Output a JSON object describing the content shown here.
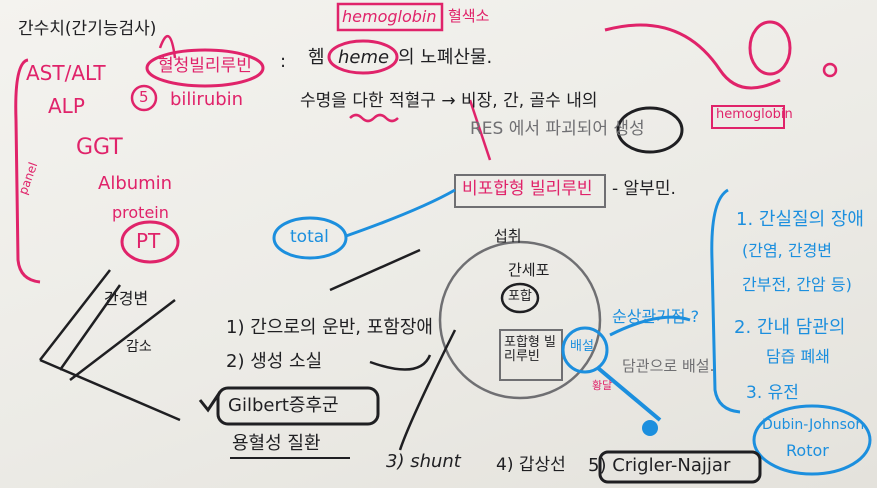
{
  "board": {
    "title": "간수치(간기능검사)",
    "hemoglobin_label": "hemoglobin",
    "hemoglobin_korean": "혈색소",
    "serum_bilirubin": "혈청빌리루빈",
    "colon": ":",
    "heme_prefix": "헴",
    "heme": "heme",
    "heme_suffix": "의 노폐산물.",
    "rbc_line": "수명을 다한 적혈구 → 비장, 간, 골수 내의",
    "res_line": "RES 에서 파괴되어 생성",
    "panel": "panel",
    "ast_alt": "AST/ALT",
    "alp": "ALP",
    "ggt": "GGT",
    "albumin": "Albumin",
    "protein": "protein",
    "pt": "PT",
    "bilirubin_num": "5",
    "bilirubin": "bilirubin",
    "unconjugated": "비포합형 빌리루빈",
    "unconjugated_dash": "- 알부민.",
    "total": "total",
    "uptake": "섭취",
    "liver_cell": "간세포",
    "conjugation": "포합",
    "conjugated": "포합형 빌리루빈",
    "excretion": "배설",
    "bile_duct": "담관으로 배설.",
    "disturbance": "순상관기점 ?",
    "jaundice": "황달",
    "liver_cirrhosis": "간경변",
    "decrease": "감소",
    "causes": [
      "1) 간으로의 운반, 포함장애",
      "2) 생성 소실",
      "Gilbert증후군",
      "용혈성 질환",
      "3) shunt",
      "4) 갑상선",
      "5) Crigler-Najjar"
    ],
    "right_list": {
      "item1": "1. 간실질의 장애",
      "item1_detail": "(간염, 간경변",
      "item1_detail2": "간부전, 간암 등)",
      "item2": "2. 간내 담관의",
      "item2_detail": "담즙 폐쇄",
      "item3": "3. 유전",
      "syndrome1": "Dubin-Johnson",
      "syndrome2": "Rotor"
    },
    "hemoglobin_right": "hemoglobin"
  }
}
